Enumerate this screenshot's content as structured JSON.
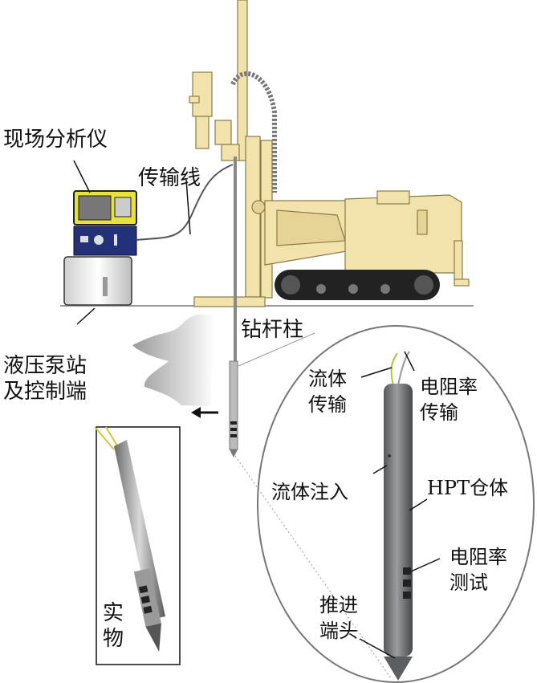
{
  "labels": {
    "field_analyzer": "现场分析仪",
    "transmission_line": "传输线",
    "hydraulic_station": "液压泵站\n及控制端",
    "drill_rod": "钻杆柱",
    "fluid_transport": "流体\n传输",
    "resistivity_transport": "电阻率\n传输",
    "fluid_injection": "流体注入",
    "hpt_housing": "HPT仓体",
    "resistivity_test": "电阻率\n测试",
    "push_tip": "推进\n端头",
    "actual_object": "实\n物"
  },
  "colors": {
    "rig": "#f2e3ad",
    "rig_stroke": "#8a7a45",
    "analyzer_yellow": "#e8e23a",
    "control_blue": "#23307a",
    "probe_gray": "#6f7275",
    "track_black": "#222222"
  }
}
